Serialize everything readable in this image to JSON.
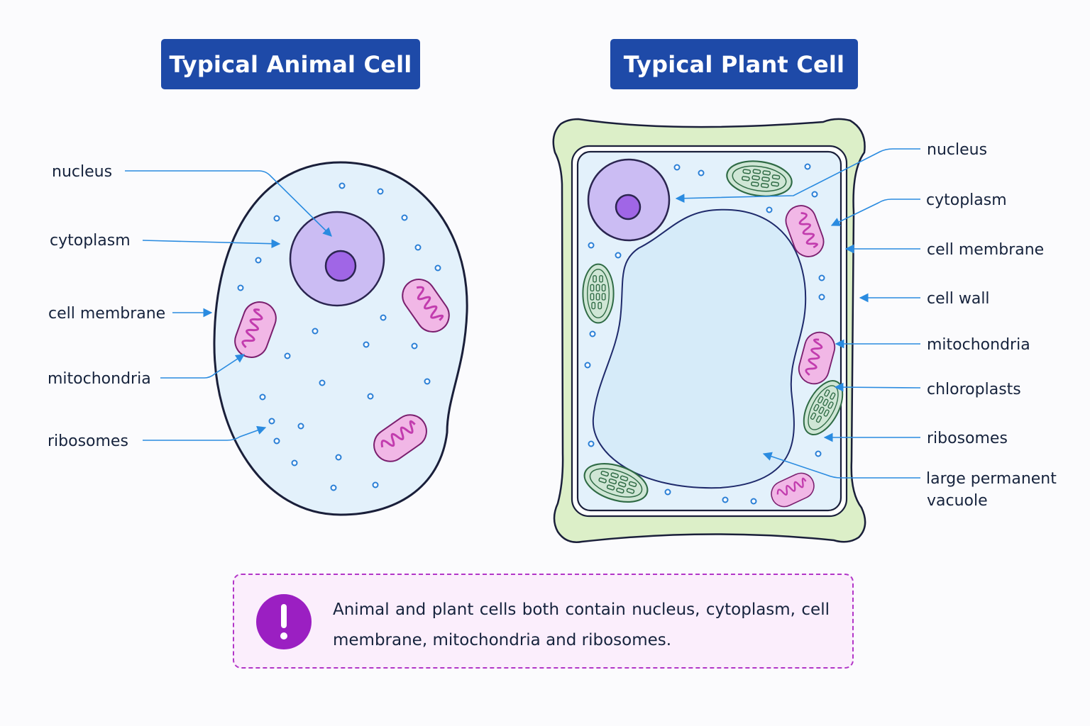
{
  "animal_cell": {
    "title": "Typical Animal Cell",
    "labels": {
      "nucleus": "nucleus",
      "cytoplasm": "cytoplasm",
      "cell_membrane": "cell membrane",
      "mitochondria": "mitochondria",
      "ribosomes": "ribosomes"
    }
  },
  "plant_cell": {
    "title": "Typical Plant Cell",
    "labels": {
      "nucleus": "nucleus",
      "cytoplasm": "cytoplasm",
      "cell_membrane": "cell membrane",
      "cell_wall": "cell wall",
      "mitochondria": "mitochondria",
      "chloroplasts": "chloroplasts",
      "ribosomes": "ribosomes",
      "vacuole_line1": "large permanent",
      "vacuole_line2": "vacuole"
    }
  },
  "note": {
    "icon": "exclamation-icon",
    "text": "Animal and plant cells both contain nucleus, cytoplasm, cell membrane, mitochondria and ribosomes."
  },
  "colors": {
    "title_bg": "#1e4aa8",
    "leader_line": "#2a8be0",
    "cytoplasm": "#e3f1fb",
    "nucleus": "#cbbcf3",
    "nucleolus": "#a066e6",
    "mitochondria": "#f1b7e6",
    "chloroplast": "#cfe6d5",
    "cell_wall": "#dcefc8",
    "vacuole": "#d6ebf9",
    "note_border": "#b236c8",
    "note_icon": "#9b1fc2"
  }
}
